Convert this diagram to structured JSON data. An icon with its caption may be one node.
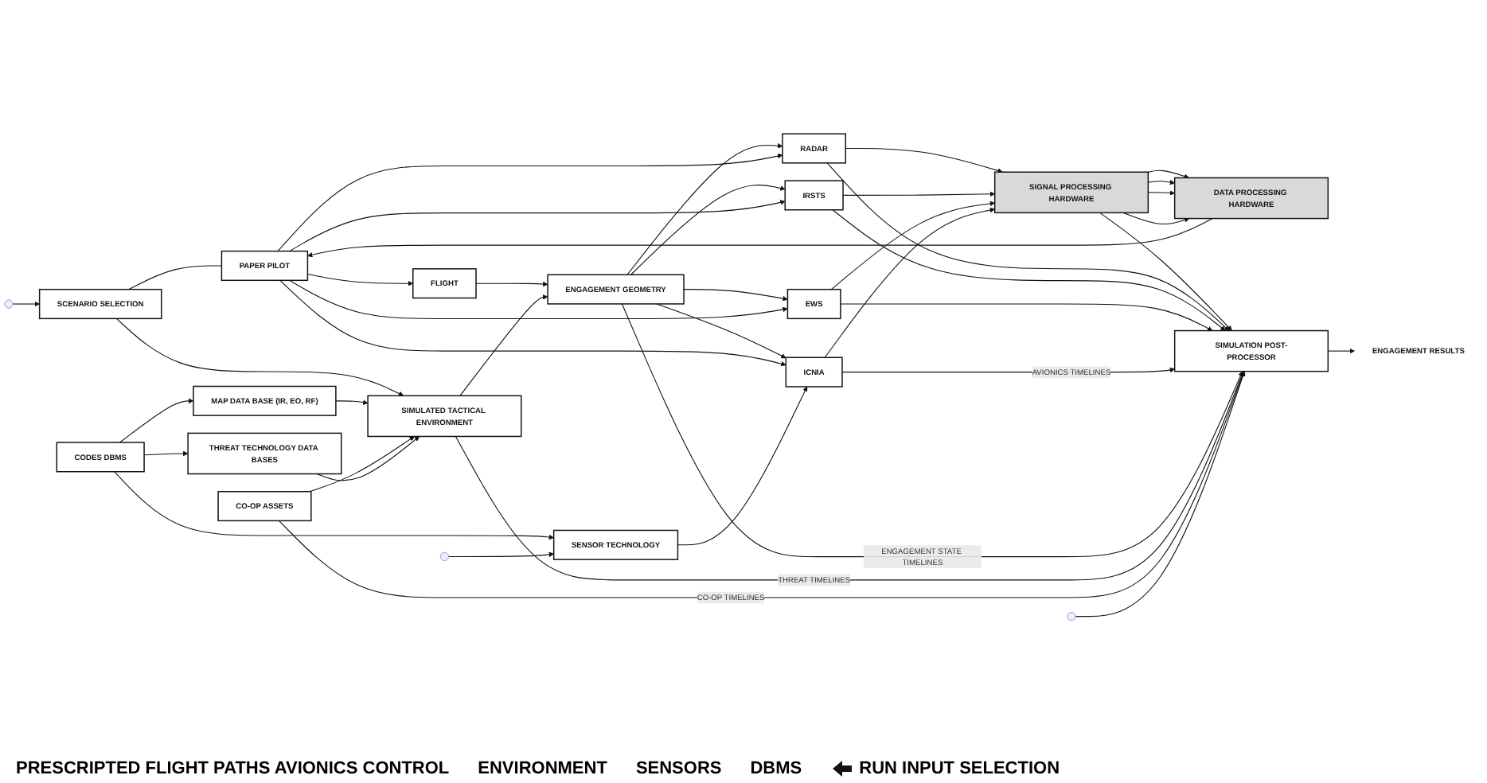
{
  "diagram": {
    "nodes": [
      {
        "text": [
          "SCENARIO SELECTION"
        ]
      },
      {
        "text": [
          "PAPER PILOT"
        ]
      },
      {
        "text": [
          "FLIGHT"
        ]
      },
      {
        "text": [
          "SIMULATED TACTICAL ENVIRONMENT"
        ]
      },
      {
        "text": [
          "ENGAGEMENT GEOMETRY"
        ]
      },
      {
        "text": [
          "RADAR"
        ]
      },
      {
        "text": [
          "IRSTS"
        ]
      },
      {
        "text": [
          "EWS"
        ]
      },
      {
        "text": [
          "ICNIA"
        ]
      },
      {
        "text": [
          "SIGNAL PROCESSING HARDWARE"
        ]
      },
      {
        "text": [
          "DATA PROCESSING HARDWARE"
        ]
      },
      {
        "text": [
          "THREAT TECHNOLOGY DATA BASES"
        ]
      },
      {
        "text": [
          "SIMULATION POST-PROCESSOR"
        ]
      },
      {
        "text": [
          "CO-OP ASSETS"
        ]
      },
      {
        "text": [
          "SENSOR TECHNOLOGY"
        ]
      },
      {
        "text": [
          "MAP DATA BASE (IR, EO, RF)"
        ]
      },
      {
        "text": [
          "CODES DBMS"
        ]
      },
      {
        "text": [
          "ENGAGEMENT RESULTS"
        ]
      }
    ],
    "edges": [
      {
        "from": null,
        "to": 0,
        "arrow": "to"
      },
      {
        "from": 0,
        "to": 1,
        "arrow": "none"
      },
      {
        "from": 0,
        "to": 3,
        "arrow": "to"
      },
      {
        "from": 1,
        "to": 2,
        "arrow": "to"
      },
      {
        "from": 2,
        "to": 4,
        "arrow": "to"
      },
      {
        "from": 10,
        "to": 1,
        "arrow": "to"
      },
      {
        "from": 3,
        "to": 4,
        "arrow": "to"
      },
      {
        "from": 4,
        "to": 5,
        "arrow": "to"
      },
      {
        "from": 4,
        "to": 6,
        "arrow": "to"
      },
      {
        "from": 4,
        "to": 7,
        "arrow": "to"
      },
      {
        "from": 4,
        "to": 8,
        "arrow": "to"
      },
      {
        "from": 1,
        "to": 5,
        "arrow": "to"
      },
      {
        "from": 1,
        "to": 6,
        "arrow": "to"
      },
      {
        "from": 1,
        "to": 7,
        "arrow": "to"
      },
      {
        "from": 1,
        "to": 8,
        "arrow": "to"
      },
      {
        "from": 5,
        "to": 9,
        "arrow": "to"
      },
      {
        "from": 6,
        "to": 9,
        "arrow": "to"
      },
      {
        "from": 7,
        "to": 9,
        "arrow": "to"
      },
      {
        "from": 8,
        "to": 9,
        "arrow": "to"
      },
      {
        "from": 9,
        "to": 10,
        "arrow": "to"
      },
      {
        "from": 9,
        "to": 10,
        "arrow": "to"
      },
      {
        "from": 9,
        "to": 10,
        "arrow": "to"
      },
      {
        "from": 9,
        "to": 10,
        "arrow": "to"
      },
      {
        "from": 9,
        "to": 12,
        "arrow": "to"
      },
      {
        "from": 5,
        "to": 12,
        "arrow": "to"
      },
      {
        "from": 6,
        "to": 12,
        "arrow": "to"
      },
      {
        "from": 7,
        "to": 12,
        "arrow": "to"
      },
      {
        "from": 8,
        "to": 12,
        "arrow": "to",
        "label": "AVIONICS TIMELINES"
      },
      {
        "from": 4,
        "to": 12,
        "arrow": "to",
        "label": "ENGAGEMENT STATE TIMELINES"
      },
      {
        "from": 3,
        "to": 12,
        "arrow": "to",
        "label": "THREAT TIMELINES"
      },
      {
        "from": 13,
        "to": 12,
        "arrow": "to",
        "label": "CO-OP TIMELINES"
      },
      {
        "from": 15,
        "to": 3,
        "arrow": "to"
      },
      {
        "from": 13,
        "to": 3,
        "arrow": "to"
      },
      {
        "from": 11,
        "to": 3,
        "arrow": "to"
      },
      {
        "from": 16,
        "to": 11,
        "arrow": "to"
      },
      {
        "from": 16,
        "to": 15,
        "arrow": "to"
      },
      {
        "from": 16,
        "to": 14,
        "arrow": "to"
      },
      {
        "from": 14,
        "to": 8,
        "arrow": "to"
      },
      {
        "from": null,
        "to": 14,
        "arrow": "to"
      },
      {
        "from": null,
        "to": 12,
        "arrow": "to"
      },
      {
        "from": 12,
        "to": 17,
        "arrow": "to"
      }
    ],
    "labels": [
      "PRESCRIPTED FLIGHT PATHS AVIONICS CONTROL",
      "ENVIRONMENT",
      "SENSORS",
      "DBMS"
    ],
    "legend": [
      {
        "text": "RUN INPUT SELECTION"
      }
    ]
  }
}
